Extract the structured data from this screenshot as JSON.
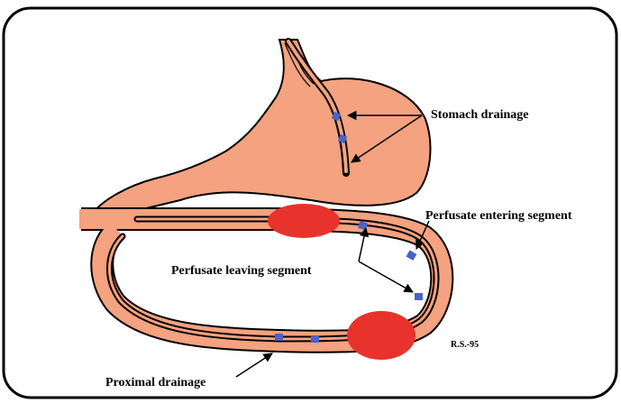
{
  "labels": {
    "stomach_drainage": "Stomach drainage",
    "perfusate_entering": "Perfusate entering segment",
    "perfusate_leaving": "Perfusate leaving segment",
    "proximal_drainage": "Proximal drainage",
    "signature": "R.S.-95"
  },
  "colors": {
    "tissue": "#f4a27f",
    "balloon": "#e8322c",
    "port": "#4a63c6",
    "outline": "#000000",
    "frame": "#000000",
    "background": "#ffffff"
  }
}
